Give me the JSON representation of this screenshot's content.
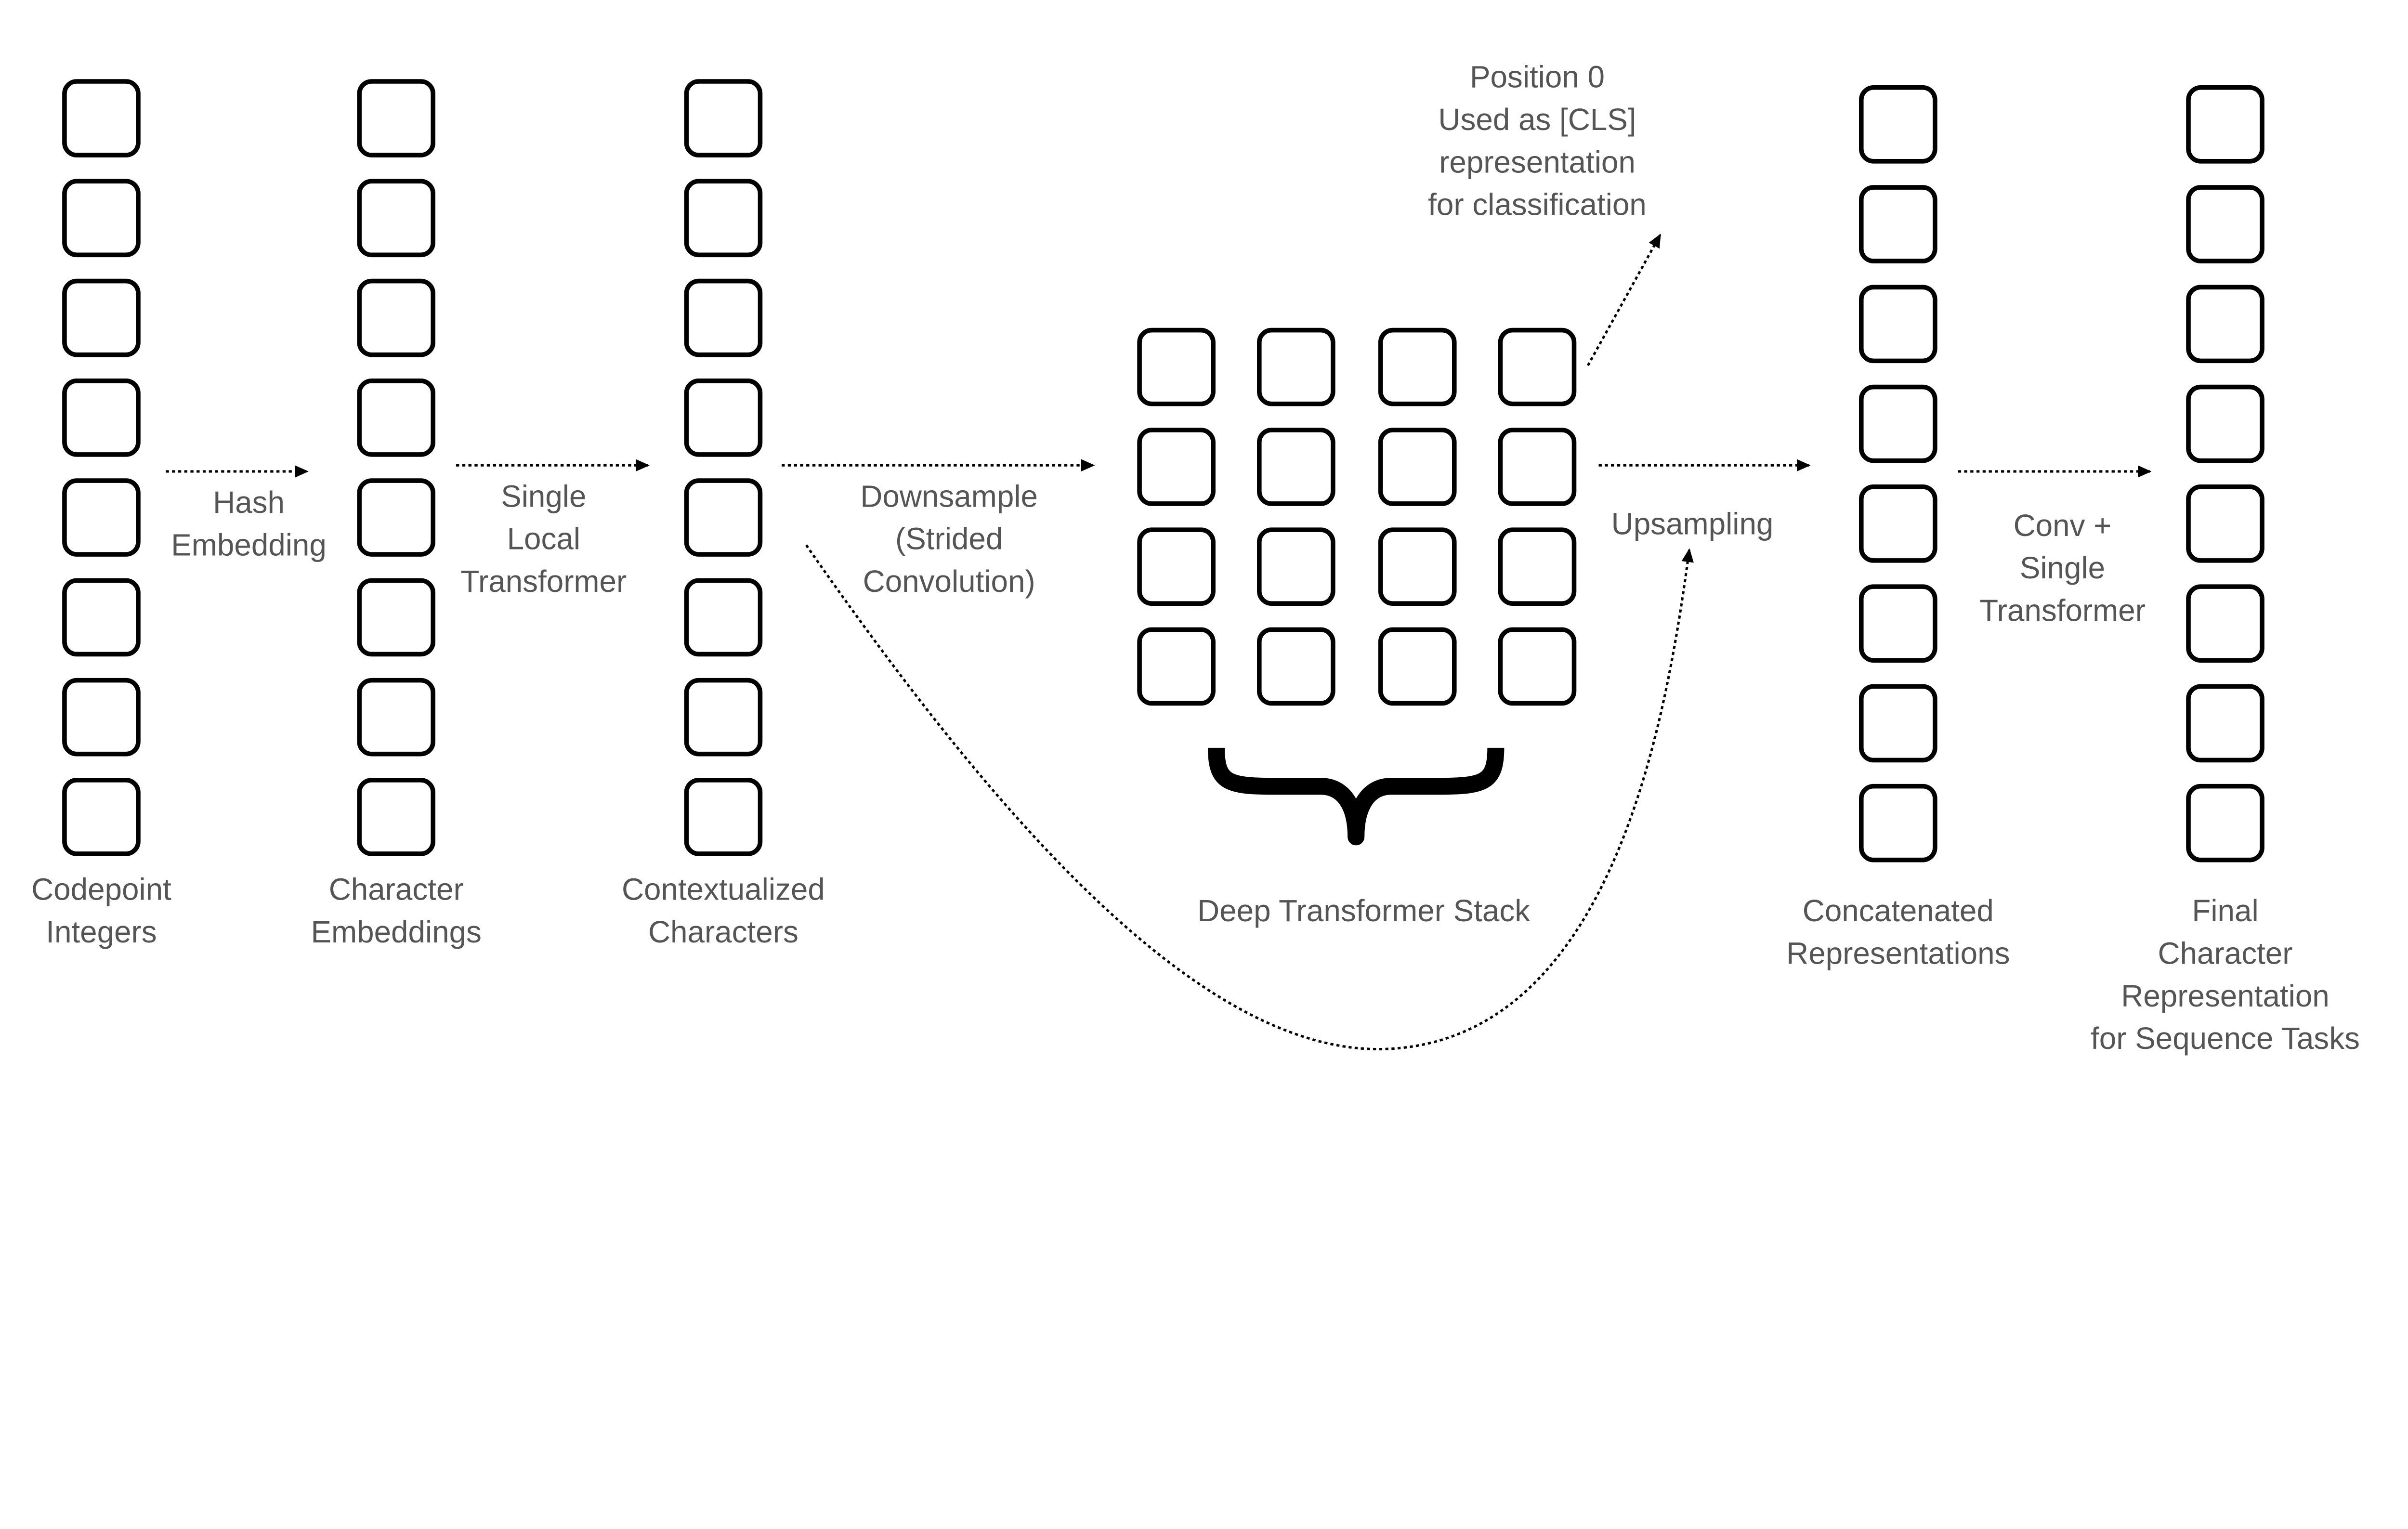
{
  "labels": {
    "hash_embedding": [
      "Hash",
      "Embedding"
    ],
    "single_local_transformer": [
      "Single",
      "Local",
      "Transformer"
    ],
    "downsample": [
      "Downsample",
      "(Strided",
      "Convolution)"
    ],
    "cls_note": [
      "Position 0",
      "Used as [CLS]",
      "representation",
      "for classification"
    ],
    "upsampling": [
      "Upsampling"
    ],
    "conv_single_transformer": [
      "Conv +",
      "Single",
      "Transformer"
    ],
    "deep_stack": [
      "Deep Transformer Stack"
    ],
    "codepoint_integers": [
      "Codepoint",
      "Integers"
    ],
    "character_embeddings": [
      "Character",
      "Embeddings"
    ],
    "contextualized_characters": [
      "Contextualized",
      "Characters"
    ],
    "concatenated_representations": [
      "Concatenated",
      "Representations"
    ],
    "final_representation": [
      "Final",
      "Character",
      "Representation",
      "for Sequence Tasks"
    ]
  },
  "colors": {
    "text": "#555555",
    "stroke": "#000000",
    "background": "#ffffff"
  }
}
